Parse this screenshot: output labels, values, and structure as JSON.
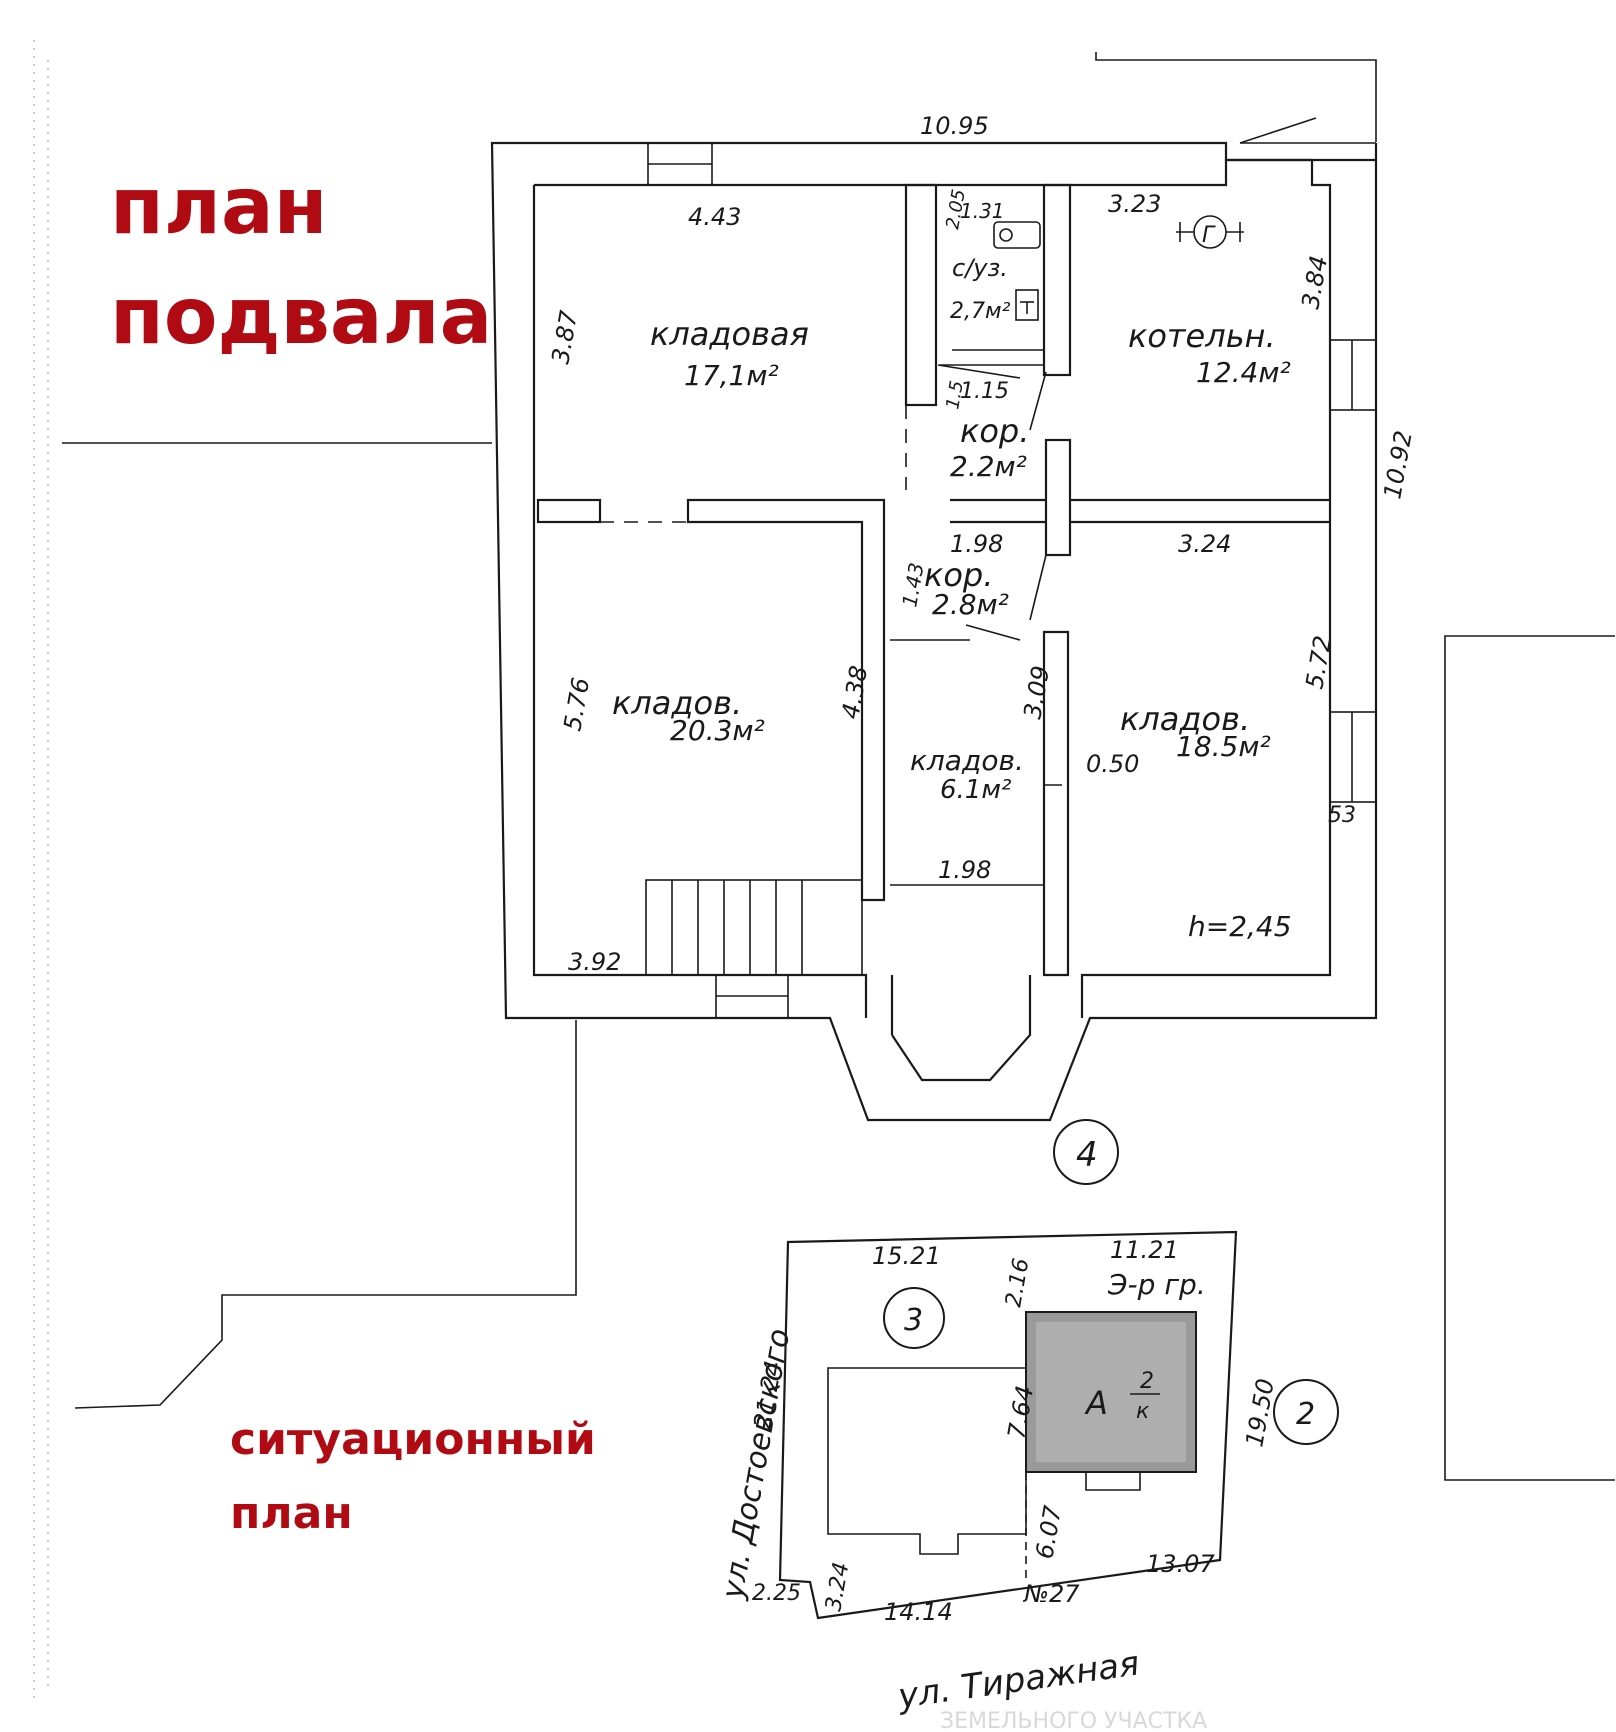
{
  "titles": {
    "basement_line1": "план",
    "basement_line2": "подвала",
    "site_line1": "ситуационный",
    "site_line2": "план"
  },
  "colors": {
    "title": "#b00a12",
    "lines": "#1a1a1a",
    "background": "#ffffff"
  },
  "basement": {
    "overall_width": "10.95",
    "overall_depth": "10.92",
    "rooms": [
      {
        "name": "кладовая",
        "area": "17,1м²",
        "dims": [
          "4.43",
          "3.87"
        ]
      },
      {
        "name": "с/уз.",
        "area": "2,7м²",
        "dims": [
          "1.31",
          "2.05"
        ]
      },
      {
        "name": "котельн.",
        "area": "12.4м²",
        "dims": [
          "3.23",
          "3.84"
        ]
      },
      {
        "name": "кор.",
        "area": "2.2м²",
        "dims": [
          "1.15",
          "1.5"
        ]
      },
      {
        "name": "кор.",
        "area": "2.8м²",
        "dims": [
          "1.98",
          "1.43"
        ]
      },
      {
        "name": "кладов.",
        "area": "20.3м²",
        "dims": [
          "5.76",
          "4.38",
          "3.92"
        ]
      },
      {
        "name": "кладов.",
        "area": "6.1м²",
        "dims": [
          "3.09",
          "1.98"
        ]
      },
      {
        "name": "кладов.",
        "area": "18.5м²",
        "dims": [
          "3.24",
          "5.72",
          "0.50"
        ]
      }
    ],
    "other_labels": {
      "height": "h=2,45",
      "pier": "53",
      "boiler_symbol": "Г",
      "section_mark": "4"
    }
  },
  "site": {
    "dims": [
      "15.21",
      "2.16",
      "11.21",
      "21.24",
      "19.50",
      "7.64",
      "6.07",
      "3.24",
      "2.25",
      "14.14",
      "13.07"
    ],
    "street_left": "ул. Достоевского",
    "street_bottom": "ул. Тиражная",
    "house_number": "№27",
    "group_label": "Э-р гр.",
    "building_label": "А",
    "building_frac_top": "2",
    "building_frac_bottom": "к",
    "markers": [
      "3",
      "2"
    ],
    "faded_caption": "ЗЕМЕЛЬНОГО УЧАСТКА"
  }
}
